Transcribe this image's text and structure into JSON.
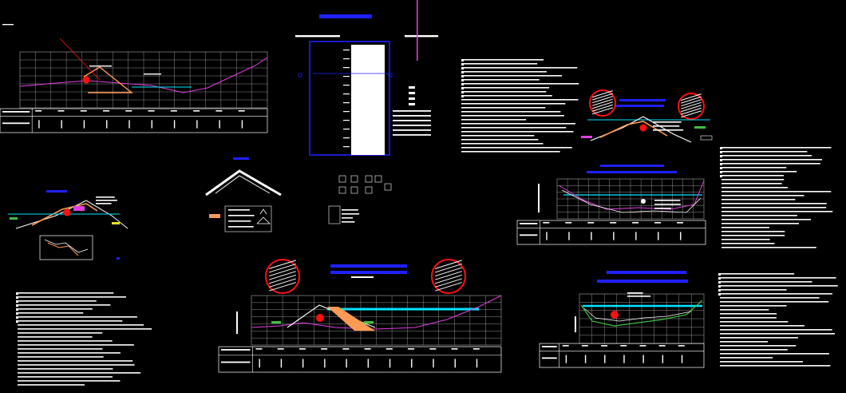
{
  "drawing": {
    "canvas_color": "#000000",
    "colors": {
      "line": "#ffffff",
      "grid": "#c8c8c8",
      "accent_blue": "#2020ff",
      "cyan": "#00e5ff",
      "magenta": "#e040e0",
      "red": "#ff1010",
      "orange": "#ff9a55",
      "green": "#40c040",
      "yellow": "#e8e020"
    },
    "title_bar_label": "",
    "views": [
      {
        "id": "profile-top-left",
        "kind": "longitudinal-profile"
      },
      {
        "id": "cross-section-left",
        "kind": "dam-cross-section"
      },
      {
        "id": "gauge-column",
        "kind": "water-level-staff"
      },
      {
        "id": "cross-section-small",
        "kind": "dam-section-sketch"
      },
      {
        "id": "cross-section-right",
        "kind": "dam-cross-section"
      },
      {
        "id": "profile-right-middle",
        "kind": "longitudinal-profile"
      },
      {
        "id": "profile-bottom-center",
        "kind": "longitudinal-profile"
      },
      {
        "id": "profile-bottom-right",
        "kind": "longitudinal-profile"
      }
    ],
    "notes": [
      {
        "id": "notes-top-middle"
      },
      {
        "id": "notes-right-top"
      },
      {
        "id": "notes-right-bottom"
      },
      {
        "id": "notes-bottom-left"
      }
    ]
  }
}
